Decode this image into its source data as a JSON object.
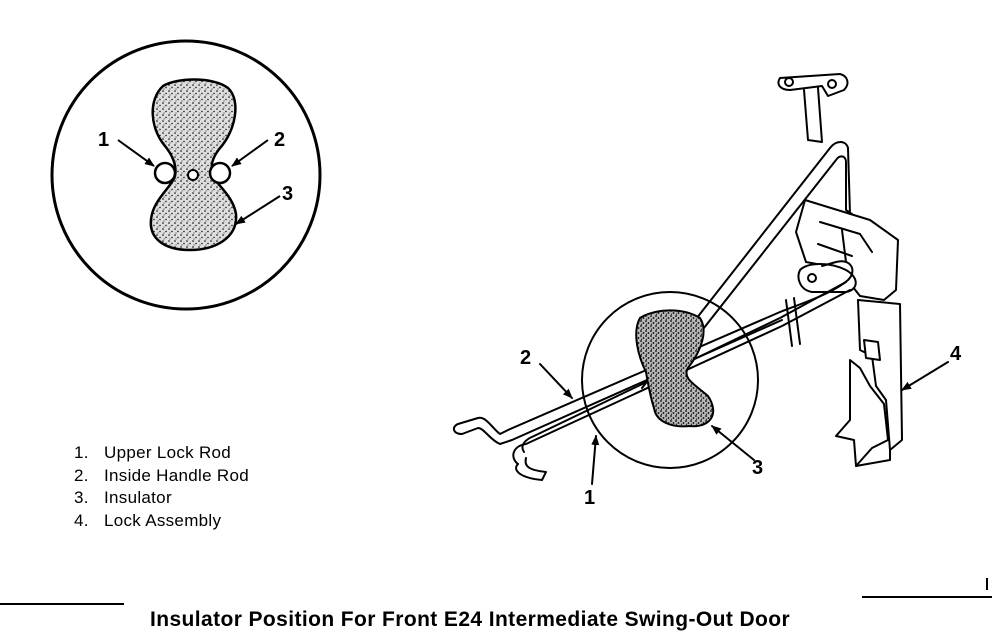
{
  "callouts": {
    "detail_1": "1",
    "detail_2": "2",
    "detail_3": "3",
    "main_1": "1",
    "main_2": "2",
    "main_3": "3",
    "main_4": "4"
  },
  "legend": [
    {
      "num": "1.",
      "label": "Upper Lock Rod"
    },
    {
      "num": "2.",
      "label": "Inside Handle Rod"
    },
    {
      "num": "3.",
      "label": "Insulator"
    },
    {
      "num": "4.",
      "label": "Lock Assembly"
    }
  ],
  "caption": "Insulator Position For Front E24 Intermediate Swing-Out Door"
}
